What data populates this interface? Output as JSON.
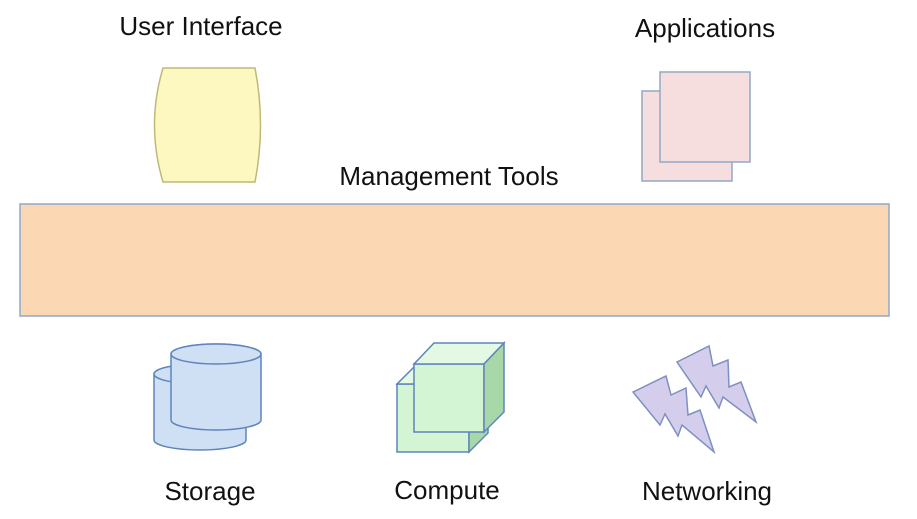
{
  "labels": {
    "user_interface": "User Interface",
    "applications": "Applications",
    "management_tools": "Management Tools",
    "storage": "Storage",
    "compute": "Compute",
    "networking": "Networking"
  },
  "icons": {
    "user_interface": "scroll-panel-icon",
    "applications": "stacked-pages-icon",
    "storage": "database-cylinders-icon",
    "compute": "cube-stack-icon",
    "networking": "lightning-bolt-icon"
  },
  "colors": {
    "ui_fill": "#fdf8c0",
    "ui_stroke": "#bfb978",
    "app_fill": "#f7dede",
    "app_stroke": "#8fa8c8",
    "bar_fill": "#fcd7b4",
    "bar_stroke": "#8fa8c8",
    "storage_fill": "#cfdff4",
    "storage_stroke": "#5d85bb",
    "compute_fill": "#d3f5d3",
    "compute_side": "#a8d8a8",
    "compute_stroke": "#5d85bb",
    "network_fill": "#d4cdec",
    "network_stroke": "#7e90c0"
  }
}
